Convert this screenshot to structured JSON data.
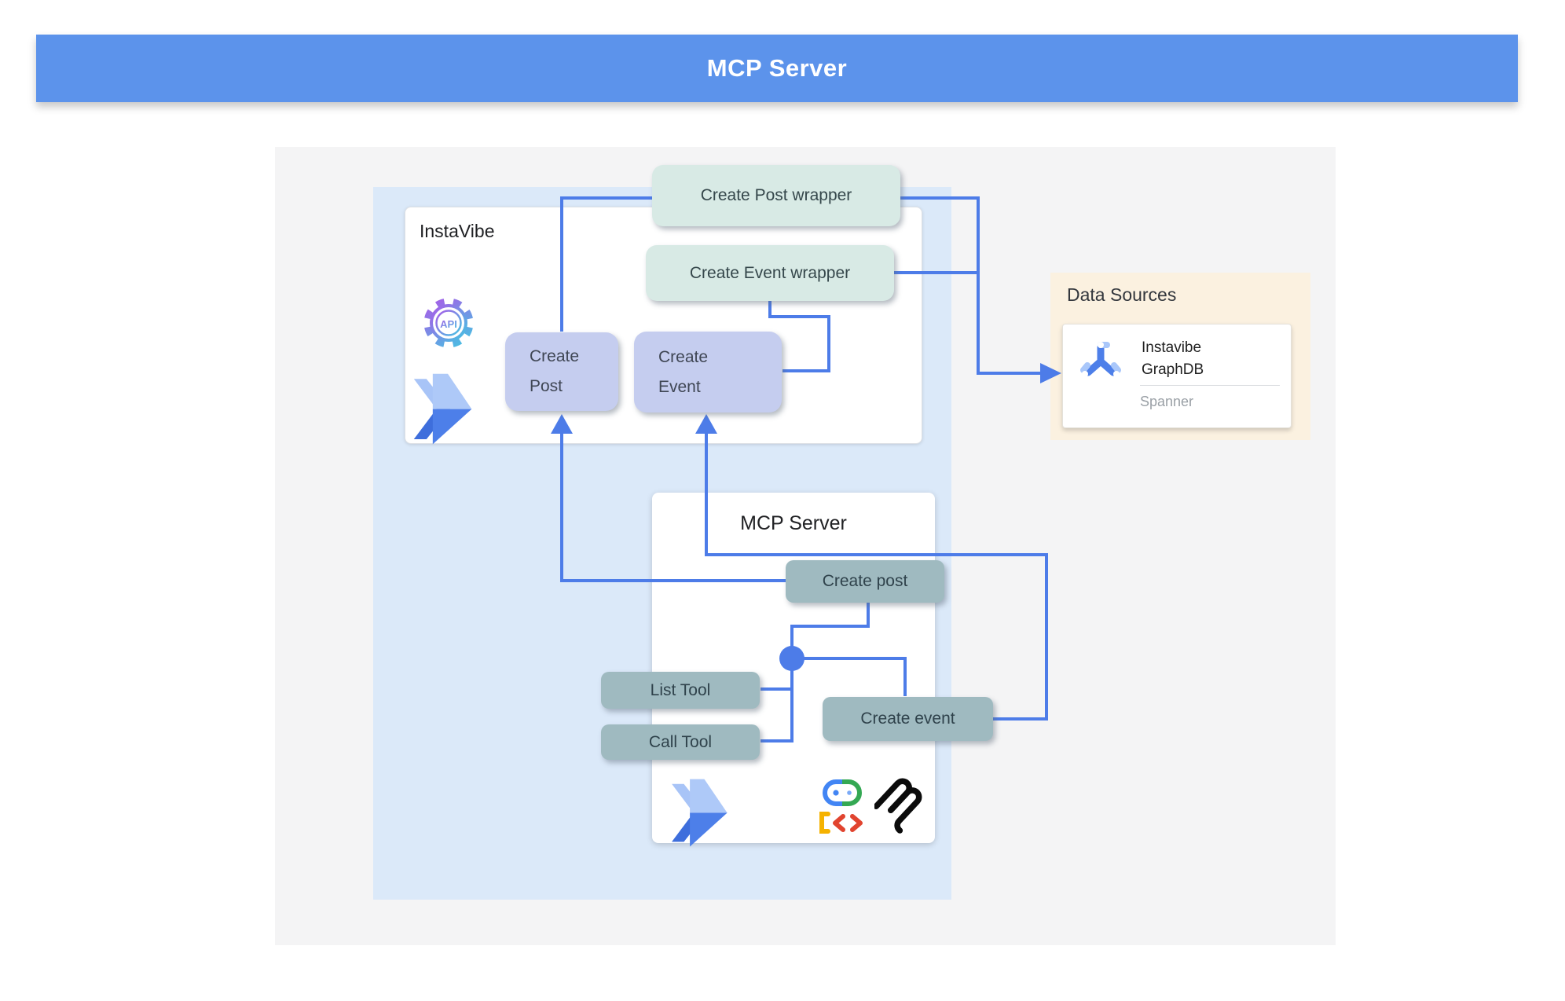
{
  "banner": {
    "title": "MCP Server"
  },
  "instavibe": {
    "title": "InstaVibe",
    "api_label": "API",
    "create_post": {
      "line1": "Create",
      "line2": "Post"
    },
    "create_event": {
      "line1": "Create",
      "line2": "Event"
    }
  },
  "wrappers": {
    "create_post": "Create Post wrapper",
    "create_event": "Create Event wrapper"
  },
  "data_sources": {
    "title": "Data Sources",
    "card": {
      "line1": "Instavibe",
      "line2": "GraphDB",
      "subtitle": "Spanner"
    }
  },
  "mcp": {
    "title": "MCP Server",
    "create_post": "Create post",
    "create_event": "Create event",
    "list_tool": "List Tool",
    "call_tool": "Call Tool"
  },
  "icons": {
    "instavibe_logo": "double-chevron-logo",
    "api": "api-gear",
    "spanner": "cloud-spanner",
    "adk": "adk-robot",
    "mcp_logo": "mcp-squiggle"
  },
  "colors": {
    "banner_blue": "#5C93EB",
    "connector_blue": "#4D7CE8",
    "panel_gray": "#F4F4F5",
    "panel_blue": "#DBE9F9",
    "panel_beige": "#FBF1E0",
    "node_mint": "#D8EAE5",
    "node_lavender": "#C5CDEF",
    "node_teal": "#9FBAC0"
  }
}
